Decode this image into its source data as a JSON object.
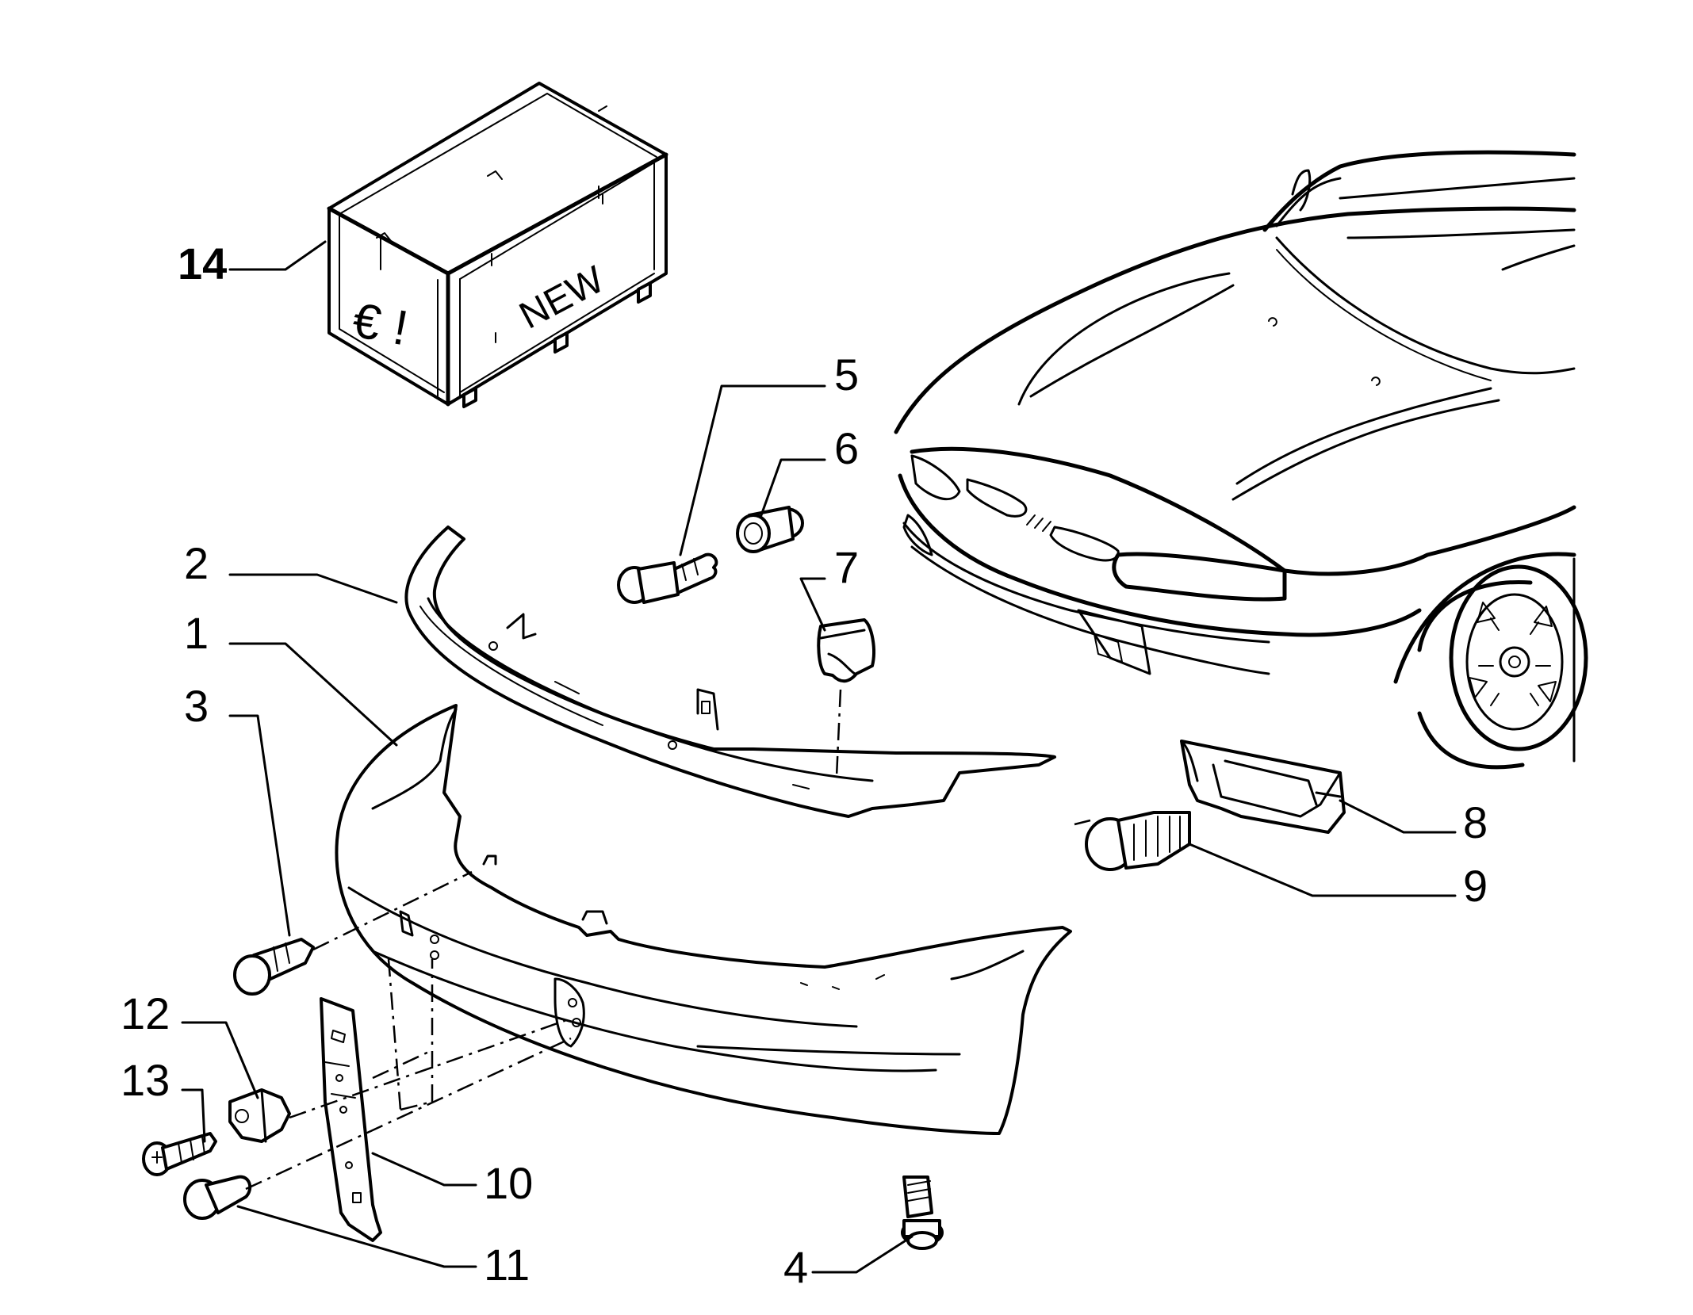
{
  "diagram": {
    "box_labels": {
      "euro": "€ !",
      "new": "NEW"
    },
    "callouts": [
      {
        "id": "14",
        "bold": true
      },
      {
        "id": "5"
      },
      {
        "id": "6"
      },
      {
        "id": "7"
      },
      {
        "id": "2"
      },
      {
        "id": "1"
      },
      {
        "id": "3"
      },
      {
        "id": "8"
      },
      {
        "id": "9"
      },
      {
        "id": "12"
      },
      {
        "id": "13"
      },
      {
        "id": "10"
      },
      {
        "id": "11"
      },
      {
        "id": "4"
      }
    ]
  }
}
